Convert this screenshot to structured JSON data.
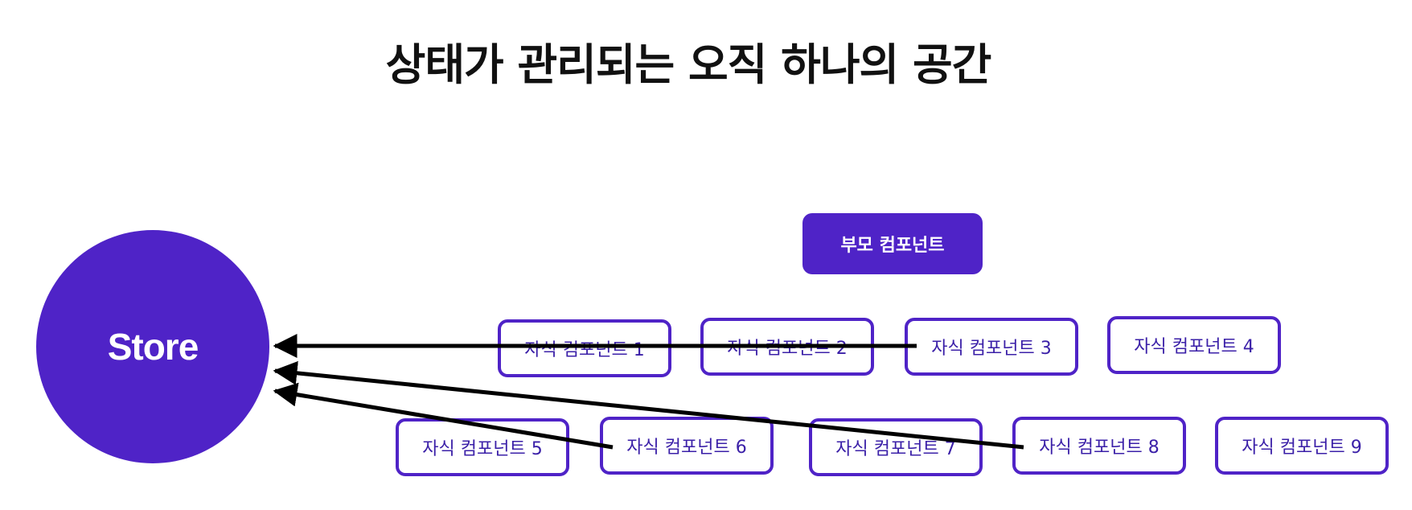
{
  "title": "상태가 관리되는 오직 하나의 공간",
  "store": {
    "label": "Store"
  },
  "parent": {
    "label": "부모 컴포넌트"
  },
  "children": [
    "자식 컴포넌트 1",
    "자식 컴포넌트 2",
    "자식 컴포넌트 3",
    "자식 컴포넌트 4",
    "자식 컴포넌트 5",
    "자식 컴포넌트 6",
    "자식 컴포넌트 7",
    "자식 컴포넌트 8",
    "자식 컴포넌트 9"
  ],
  "colors": {
    "accent": "#4f23c7",
    "arrow": "#000000",
    "title": "#111111"
  }
}
